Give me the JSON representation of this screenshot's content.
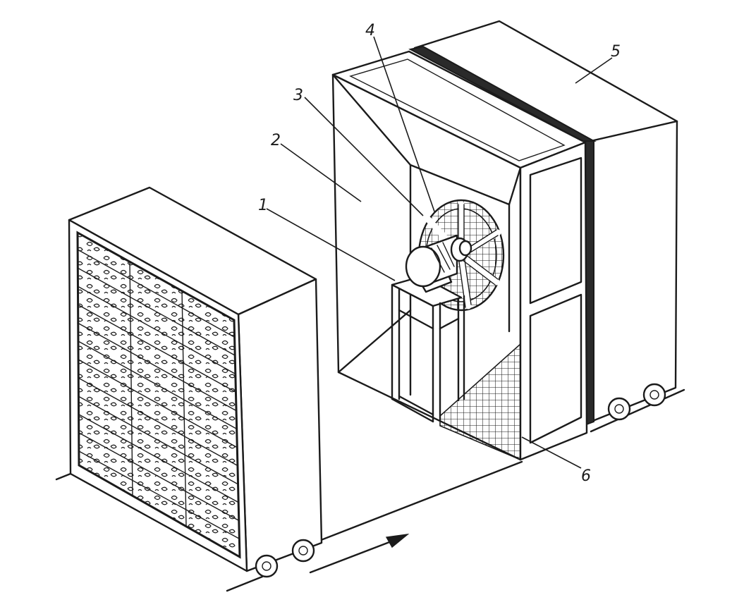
{
  "callouts": [
    {
      "id": "1",
      "label": "1"
    },
    {
      "id": "2",
      "label": "2"
    },
    {
      "id": "3",
      "label": "3"
    },
    {
      "id": "4",
      "label": "4"
    },
    {
      "id": "5",
      "label": "5"
    },
    {
      "id": "6",
      "label": "6"
    }
  ],
  "colors": {
    "ink": "#1b1b1b",
    "background": "#ffffff",
    "band": "#2a2a2a"
  },
  "icons": {
    "direction": "arrow-right-icon"
  }
}
